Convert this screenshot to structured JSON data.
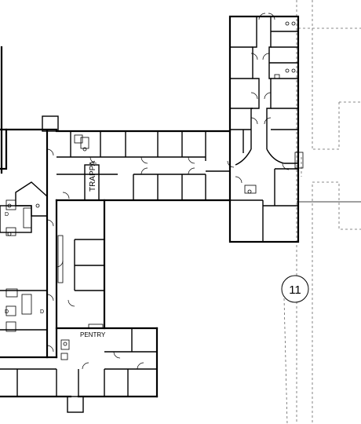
{
  "labels": {
    "stair": "TRAPPA",
    "pantry": "PENTRY",
    "marker": "11",
    "side_letter_upper": "D",
    "side_letter_lower": "D",
    "side_letter_lower2": "D"
  }
}
